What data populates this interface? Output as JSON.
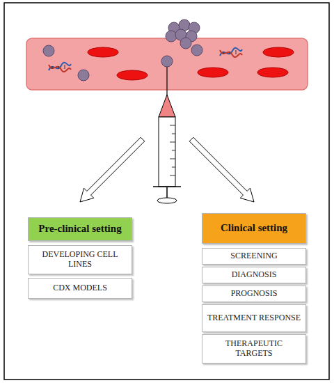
{
  "diagram": {
    "nodes": [
      {
        "text": [
          "Pre-clinical setting"
        ]
      },
      {
        "text": [
          "DEVELOPING CELL LINES"
        ]
      },
      {
        "text": [
          "CDX MODELS"
        ]
      },
      {
        "text": [
          "Clinical setting"
        ]
      },
      {
        "text": [
          "SCREENING"
        ]
      },
      {
        "text": [
          "DIAGNOSIS"
        ]
      },
      {
        "text": [
          "PROGNOSIS"
        ]
      },
      {
        "text": [
          "TREATMENT RESPONSE"
        ]
      },
      {
        "text": [
          "THERAPEUTIC TARGETS"
        ]
      }
    ]
  }
}
